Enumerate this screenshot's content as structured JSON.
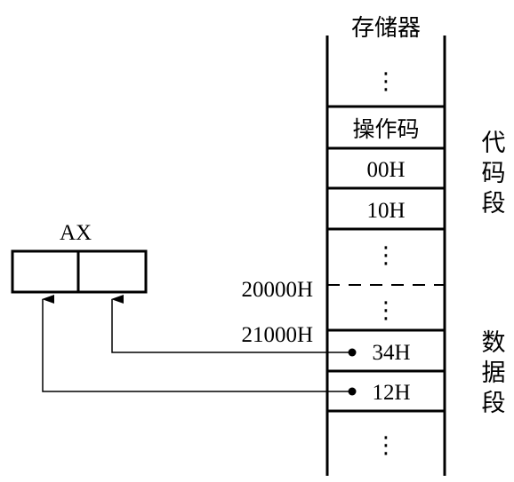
{
  "memory": {
    "title": "存储器",
    "cells": {
      "opcode": "操作码",
      "byte1": "00H",
      "byte2": "10H",
      "data1": "34H",
      "data2": "12H"
    },
    "ellipsis": "⋮"
  },
  "addresses": {
    "ds_base": "20000H",
    "ea": "21000H"
  },
  "segments": {
    "code": [
      "代",
      "码",
      "段"
    ],
    "data": [
      "数",
      "据",
      "段"
    ]
  },
  "register": {
    "name": "AX"
  }
}
